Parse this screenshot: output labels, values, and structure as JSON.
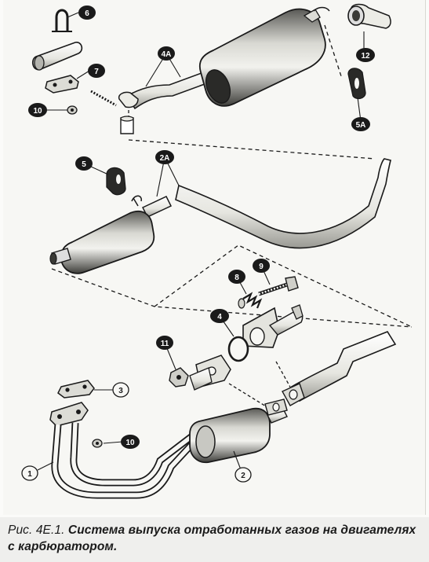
{
  "caption": {
    "prefix": "Рис. 4Е.1. ",
    "text": "Система выпуска отработанных газов на двигателях с карбюратором."
  },
  "callouts": [
    {
      "id": "1",
      "label": "1"
    },
    {
      "id": "2",
      "label": "2"
    },
    {
      "id": "2A",
      "label": "2A"
    },
    {
      "id": "3",
      "label": "3"
    },
    {
      "id": "4",
      "label": "4"
    },
    {
      "id": "4A",
      "label": "4A"
    },
    {
      "id": "5",
      "label": "5"
    },
    {
      "id": "5A",
      "label": "5A"
    },
    {
      "id": "6",
      "label": "6"
    },
    {
      "id": "7",
      "label": "7"
    },
    {
      "id": "8",
      "label": "8"
    },
    {
      "id": "9",
      "label": "9"
    },
    {
      "id": "10a",
      "label": "10"
    },
    {
      "id": "10b",
      "label": "10"
    },
    {
      "id": "11",
      "label": "11"
    },
    {
      "id": "12",
      "label": "12"
    }
  ],
  "colors": {
    "ink": "#1a1a1a",
    "paper": "#f7f7f4",
    "callout_fill": "#1a1a1a"
  }
}
